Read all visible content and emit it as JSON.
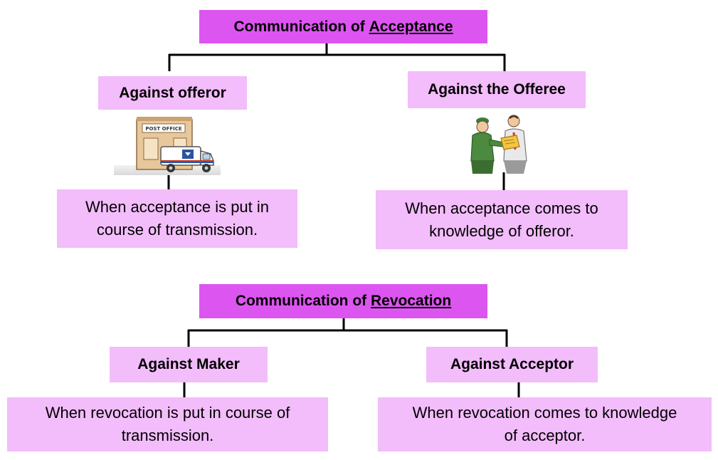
{
  "colors": {
    "root_fill": "#dd55f0",
    "node_fill": "#f3bcfb",
    "line": "#000000"
  },
  "acceptance": {
    "root_prefix": "Communication of ",
    "root_keyword": "Acceptance",
    "left": {
      "label": "Against offeror",
      "illustration": "post-office-mail-van",
      "sign": "POST OFFICE",
      "detail_line1": "When acceptance is put in",
      "detail_line2": "course of transmission."
    },
    "right": {
      "label": "Against the Offeree",
      "illustration": "two-people-exchanging-letter",
      "detail_line1": "When acceptance comes to",
      "detail_line2": "knowledge of offeror."
    }
  },
  "revocation": {
    "root_prefix": "Communication of ",
    "root_keyword": "Revocation",
    "left": {
      "label": "Against Maker",
      "detail_line1": "When revocation is put in course of",
      "detail_line2": "transmission."
    },
    "right": {
      "label": "Against Acceptor",
      "detail_line1": "When revocation comes to knowledge",
      "detail_line2": "of acceptor."
    }
  }
}
